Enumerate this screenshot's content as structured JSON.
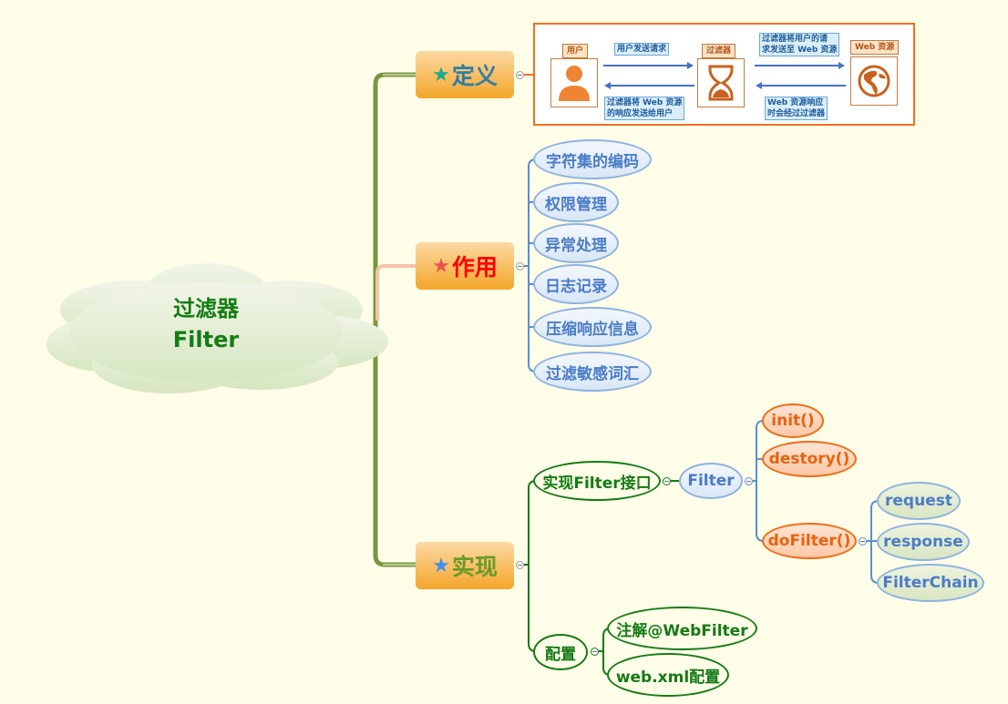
{
  "central": {
    "line1": "过滤器",
    "line2": "Filter"
  },
  "branches": {
    "definition": {
      "label": "定义",
      "star_color": "#1fa88c",
      "text_color": "#2e7fa6"
    },
    "purpose": {
      "label": "作用",
      "star_color": "#ee5050",
      "text_color": "#ff0000"
    },
    "implementation": {
      "label": "实现",
      "star_color": "#3e8ef0",
      "text_color": "#6a9a2a"
    }
  },
  "definition_image": {
    "user_tag": "用户",
    "filter_tag": "过滤器",
    "web_tag": "Web 资源",
    "user_send": "用户发送请求",
    "filter_forward_l1": "过滤器将用户的请",
    "filter_forward_l2": "求发送至 Web 资源",
    "filter_return_l1": "过滤器将 Web 资源",
    "filter_return_l2": "的响应发送给用户",
    "web_response_l1": "Web  资源响应",
    "web_response_l2": "时会经过过滤器",
    "icons": {
      "user": "user-icon",
      "filter": "hourglass-icon",
      "web": "globe-icon"
    }
  },
  "purpose_items": [
    "字符集的编码",
    "权限管理",
    "异常处理",
    "日志记录",
    "压缩响应信息",
    "过滤敏感词汇"
  ],
  "implementation": {
    "implement_interface": "实现Filter接口",
    "filter": "Filter",
    "methods": [
      "init()",
      "destory()",
      "doFilter()"
    ],
    "dofilter_params": [
      "request",
      "response",
      "FilterChain"
    ],
    "config": "配置",
    "config_items": [
      "注解@WebFilter",
      "web.xml配置"
    ]
  }
}
